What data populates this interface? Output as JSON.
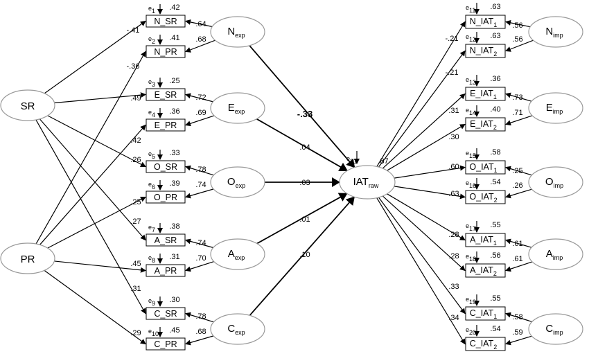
{
  "center": {
    "name": "IAT",
    "sub": "raw",
    "error": "e",
    "error_sub": "21",
    "r2": ".87"
  },
  "left_exogenous": [
    {
      "name": "SR"
    },
    {
      "name": "PR"
    }
  ],
  "explicit": [
    {
      "name": "N",
      "sub": "exp",
      "path": "-.33",
      "bold": true
    },
    {
      "name": "E",
      "sub": "exp",
      "path": ".04"
    },
    {
      "name": "O",
      "sub": "exp",
      "path": ".03"
    },
    {
      "name": "A",
      "sub": "exp",
      "path": ".01"
    },
    {
      "name": "C",
      "sub": "exp",
      "path": ".10"
    }
  ],
  "explicit_indicators": [
    {
      "label": "N_SR",
      "err": "1",
      "r2": ".42",
      "loading": ".64",
      "rater": "SR",
      "rater_path": "-.41"
    },
    {
      "label": "N_PR",
      "err": "2",
      "r2": ".41",
      "loading": ".68",
      "rater": "PR",
      "rater_path": "-.36"
    },
    {
      "label": "E_SR",
      "err": "3",
      "r2": ".25",
      "loading": ".72",
      "rater": "SR",
      "rater_path": ".49"
    },
    {
      "label": "E_PR",
      "err": "4",
      "r2": ".36",
      "loading": ".69",
      "rater": "PR",
      "rater_path": ".42"
    },
    {
      "label": "O_SR",
      "err": "5",
      "r2": ".33",
      "loading": ".78",
      "rater": "SR",
      "rater_path": ".26"
    },
    {
      "label": "O_PR",
      "err": "6",
      "r2": ".39",
      "loading": ".74",
      "rater": "PR",
      "rater_path": ".25"
    },
    {
      "label": "A_SR",
      "err": "7",
      "r2": ".38",
      "loading": ".74",
      "rater": "SR",
      "rater_path": ".27"
    },
    {
      "label": "A_PR",
      "err": "8",
      "r2": ".31",
      "loading": ".70",
      "rater": "PR",
      "rater_path": ".45"
    },
    {
      "label": "C_SR",
      "err": "9",
      "r2": ".30",
      "loading": ".78",
      "rater": "SR",
      "rater_path": ".31"
    },
    {
      "label": "C_PR",
      "err": "10",
      "r2": ".45",
      "loading": ".68",
      "rater": "PR",
      "rater_path": ".29"
    }
  ],
  "implicit": [
    {
      "name": "N",
      "sub": "imp"
    },
    {
      "name": "E",
      "sub": "imp"
    },
    {
      "name": "O",
      "sub": "imp"
    },
    {
      "name": "A",
      "sub": "imp"
    },
    {
      "name": "C",
      "sub": "imp"
    }
  ],
  "implicit_indicators": [
    {
      "label": "N_IAT",
      "sub": "1",
      "err": "11",
      "r2": ".63",
      "loading": ".56",
      "raw_path": "-.21"
    },
    {
      "label": "N_IAT",
      "sub": "2",
      "err": "12",
      "r2": ".63",
      "loading": ".56",
      "raw_path": "-.21"
    },
    {
      "label": "E_IAT",
      "sub": "1",
      "err": "13",
      "r2": ".36",
      "loading": ".73",
      "raw_path": ".31"
    },
    {
      "label": "E_IAT",
      "sub": "2",
      "err": "14",
      "r2": ".40",
      "loading": ".71",
      "raw_path": ".30"
    },
    {
      "label": "O_IAT",
      "sub": "1",
      "err": "15",
      "r2": ".58",
      "loading": ".25",
      "raw_path": ".60"
    },
    {
      "label": "O_IAT",
      "sub": "2",
      "err": "16",
      "r2": ".54",
      "loading": ".26",
      "raw_path": ".63"
    },
    {
      "label": "A_IAT",
      "sub": "1",
      "err": "17",
      "r2": ".55",
      "loading": ".61",
      "raw_path": ".28"
    },
    {
      "label": "A_IAT",
      "sub": "2",
      "err": "18",
      "r2": ".56",
      "loading": ".61",
      "raw_path": ".28"
    },
    {
      "label": "C_IAT",
      "sub": "1",
      "err": "19",
      "r2": ".55",
      "loading": ".58",
      "raw_path": ".33"
    },
    {
      "label": "C_IAT",
      "sub": "2",
      "err": "20",
      "r2": ".54",
      "loading": ".59",
      "raw_path": ".34"
    }
  ]
}
